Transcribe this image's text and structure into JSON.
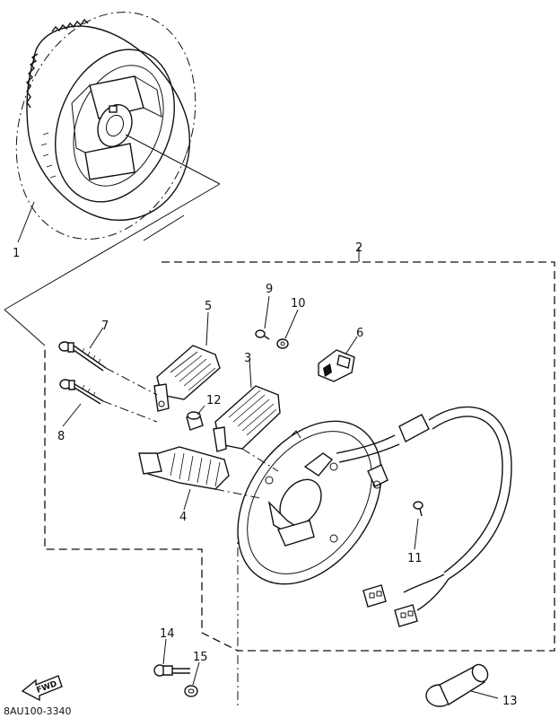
{
  "callouts": {
    "c1": "1",
    "c2": "2",
    "c3": "3",
    "c4": "4",
    "c5": "5",
    "c6": "6",
    "c7": "7",
    "c8": "8",
    "c9": "9",
    "c10": "10",
    "c11": "11",
    "c12": "12",
    "c13": "13",
    "c14": "14",
    "c15": "15"
  },
  "arrow_label": "FWD",
  "diagram_code": "8AU100-3340"
}
